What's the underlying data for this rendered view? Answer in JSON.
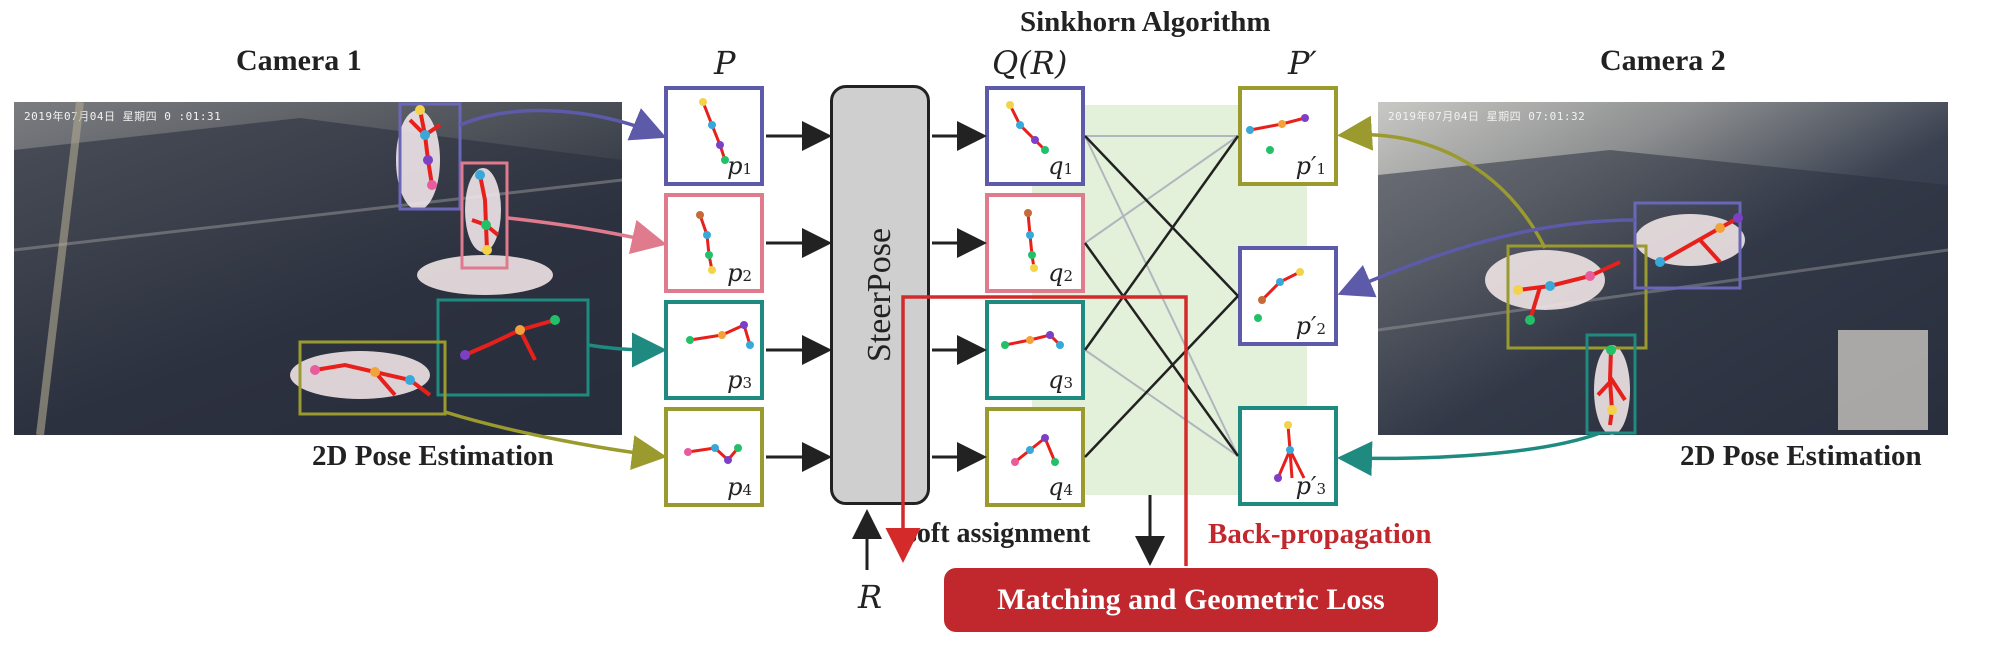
{
  "title": "Sinkhorn Algorithm",
  "camera1": {
    "label": "Camera 1",
    "timestamp": "2019年07月04日 星期四 0 :01:31"
  },
  "camera2": {
    "label": "Camera 2",
    "timestamp": "2019年07月04日 星期四 07:01:32"
  },
  "pose_estimation_label": "2D Pose Estimation",
  "set_labels": {
    "P": "P",
    "Q": "Q(R)",
    "Pprime": "P′",
    "R": "R"
  },
  "p_boxes": [
    {
      "letter": "p",
      "index": "1",
      "color": "#5d5aaa"
    },
    {
      "letter": "p",
      "index": "2",
      "color": "#e07b8e"
    },
    {
      "letter": "p",
      "index": "3",
      "color": "#1e8a80"
    },
    {
      "letter": "p",
      "index": "4",
      "color": "#9a9a2e"
    }
  ],
  "q_boxes": [
    {
      "letter": "q",
      "index": "1",
      "color": "#5d5aaa"
    },
    {
      "letter": "q",
      "index": "2",
      "color": "#e07b8e"
    },
    {
      "letter": "q",
      "index": "3",
      "color": "#1e8a80"
    },
    {
      "letter": "q",
      "index": "4",
      "color": "#9a9a2e"
    }
  ],
  "pprime_boxes": [
    {
      "letter": "p′",
      "index": "1",
      "color": "#9a9a2e"
    },
    {
      "letter": "p′",
      "index": "2",
      "color": "#5d5aaa"
    },
    {
      "letter": "p′",
      "index": "3",
      "color": "#1e8a80"
    }
  ],
  "steerpose_label": "SteerPose",
  "soft_assignment_label": "soft assignment",
  "backprop_label": "Back-propagation",
  "loss_label": "Matching and Geometric Loss",
  "colors": {
    "backprop": "#c0282e",
    "sinkhorn_bg": "#e3f1da",
    "steerpose_fill": "#cfcfcf"
  }
}
